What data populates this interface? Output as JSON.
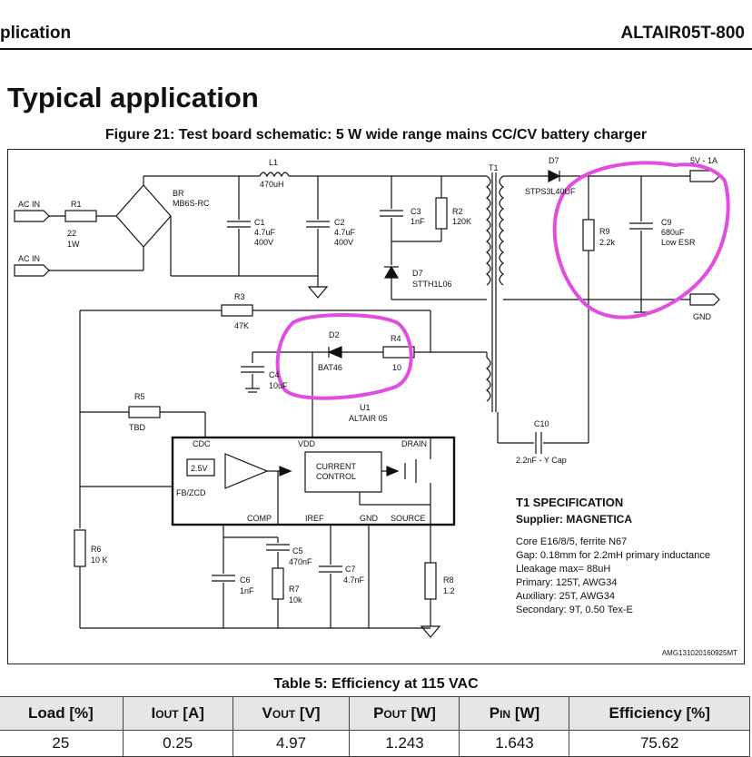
{
  "header": {
    "left": "plication",
    "right": "ALTAIR05T-800"
  },
  "section_title": "Typical application",
  "figure_caption": "Figure 21: Test board schematic: 5 W wide range mains CC/CV battery charger",
  "schematic": {
    "ac_in_1": "AC IN",
    "ac_in_2": "AC IN",
    "r1": {
      "ref": "R1",
      "value": "22",
      "rating": "1W"
    },
    "br": {
      "ref": "BR",
      "value": "MB6S-RC"
    },
    "l1": {
      "ref": "L1",
      "value": "470uH"
    },
    "c1": {
      "ref": "C1",
      "value": "4.7uF",
      "rating": "400V"
    },
    "c2": {
      "ref": "C2",
      "value": "4.7uF",
      "rating": "400V"
    },
    "c3": {
      "ref": "C3",
      "value": "1nF"
    },
    "r2": {
      "ref": "R2",
      "value": "120K"
    },
    "d7_primary": {
      "ref": "D7",
      "value": "STTH1L06"
    },
    "t1": "T1",
    "d7_secondary": {
      "ref": "D7",
      "value": "STPS3L40UF"
    },
    "output_label": "5V - 1A",
    "r9": {
      "ref": "R9",
      "value": "2.2k"
    },
    "c9": {
      "ref": "C9",
      "value": "680uF",
      "rating": "Low ESR"
    },
    "gnd": "GND",
    "r3": {
      "ref": "R3",
      "value": "47K"
    },
    "d2": {
      "ref": "D2",
      "value": "BAT46"
    },
    "r4": {
      "ref": "R4",
      "value": "10"
    },
    "c4": {
      "ref": "C4",
      "value": "10uF"
    },
    "u1": {
      "ref": "U1",
      "value": "ALTAIR 05"
    },
    "r5": {
      "ref": "R5",
      "value": "TBD"
    },
    "c10": {
      "ref": "C10",
      "value": "2.2nF - Y Cap"
    },
    "pins": {
      "cdc": "CDC",
      "vdd": "VDD",
      "drain": "DRAIN",
      "fbzcd": "FB/ZCD",
      "comp": "COMP",
      "iref": "IREF",
      "gnd": "GND",
      "source": "SOURCE"
    },
    "vref": "2.5V",
    "current_control_1": "CURRENT",
    "current_control_2": "CONTROL",
    "r6": {
      "ref": "R6",
      "value": "10 K"
    },
    "c5": {
      "ref": "C5",
      "value": "470nF"
    },
    "c6": {
      "ref": "C6",
      "value": "1nF"
    },
    "r7": {
      "ref": "R7",
      "value": "10k"
    },
    "c7": {
      "ref": "C7",
      "value": "4.7nF"
    },
    "r8": {
      "ref": "R8",
      "value": "1.2"
    },
    "spec": {
      "title": "T1 SPECIFICATION",
      "supplier": "Supplier: MAGNETICA",
      "lines": [
        "Core E16/8/5, ferrite N67",
        "Gap: 0.18mm for 2.2mH primary inductance",
        "Lleakage max= 88uH",
        "Primary: 125T, AWG34",
        "Auxiliary: 25T, AWG34",
        "Secondary: 9T, 0.50 Tex-E"
      ]
    },
    "doc_code": "AMG131020160925MT",
    "annotation_color": "#e34ce0"
  },
  "table": {
    "caption": "Table 5: Efficiency at 115 VAC",
    "headers": [
      {
        "main": "Load [%]",
        "sub": ""
      },
      {
        "main": "I",
        "sub": "OUT",
        "unit": " [A]"
      },
      {
        "main": "V",
        "sub": "OUT",
        "unit": " [V]"
      },
      {
        "main": "P",
        "sub": "OUT",
        "unit": " [W]"
      },
      {
        "main": "P",
        "sub": "IN",
        "unit": " [W]"
      },
      {
        "main": "Efficiency [%]",
        "sub": ""
      }
    ],
    "rows": [
      [
        "25",
        "0.25",
        "4.97",
        "1.243",
        "1.643",
        "75.62"
      ]
    ]
  }
}
